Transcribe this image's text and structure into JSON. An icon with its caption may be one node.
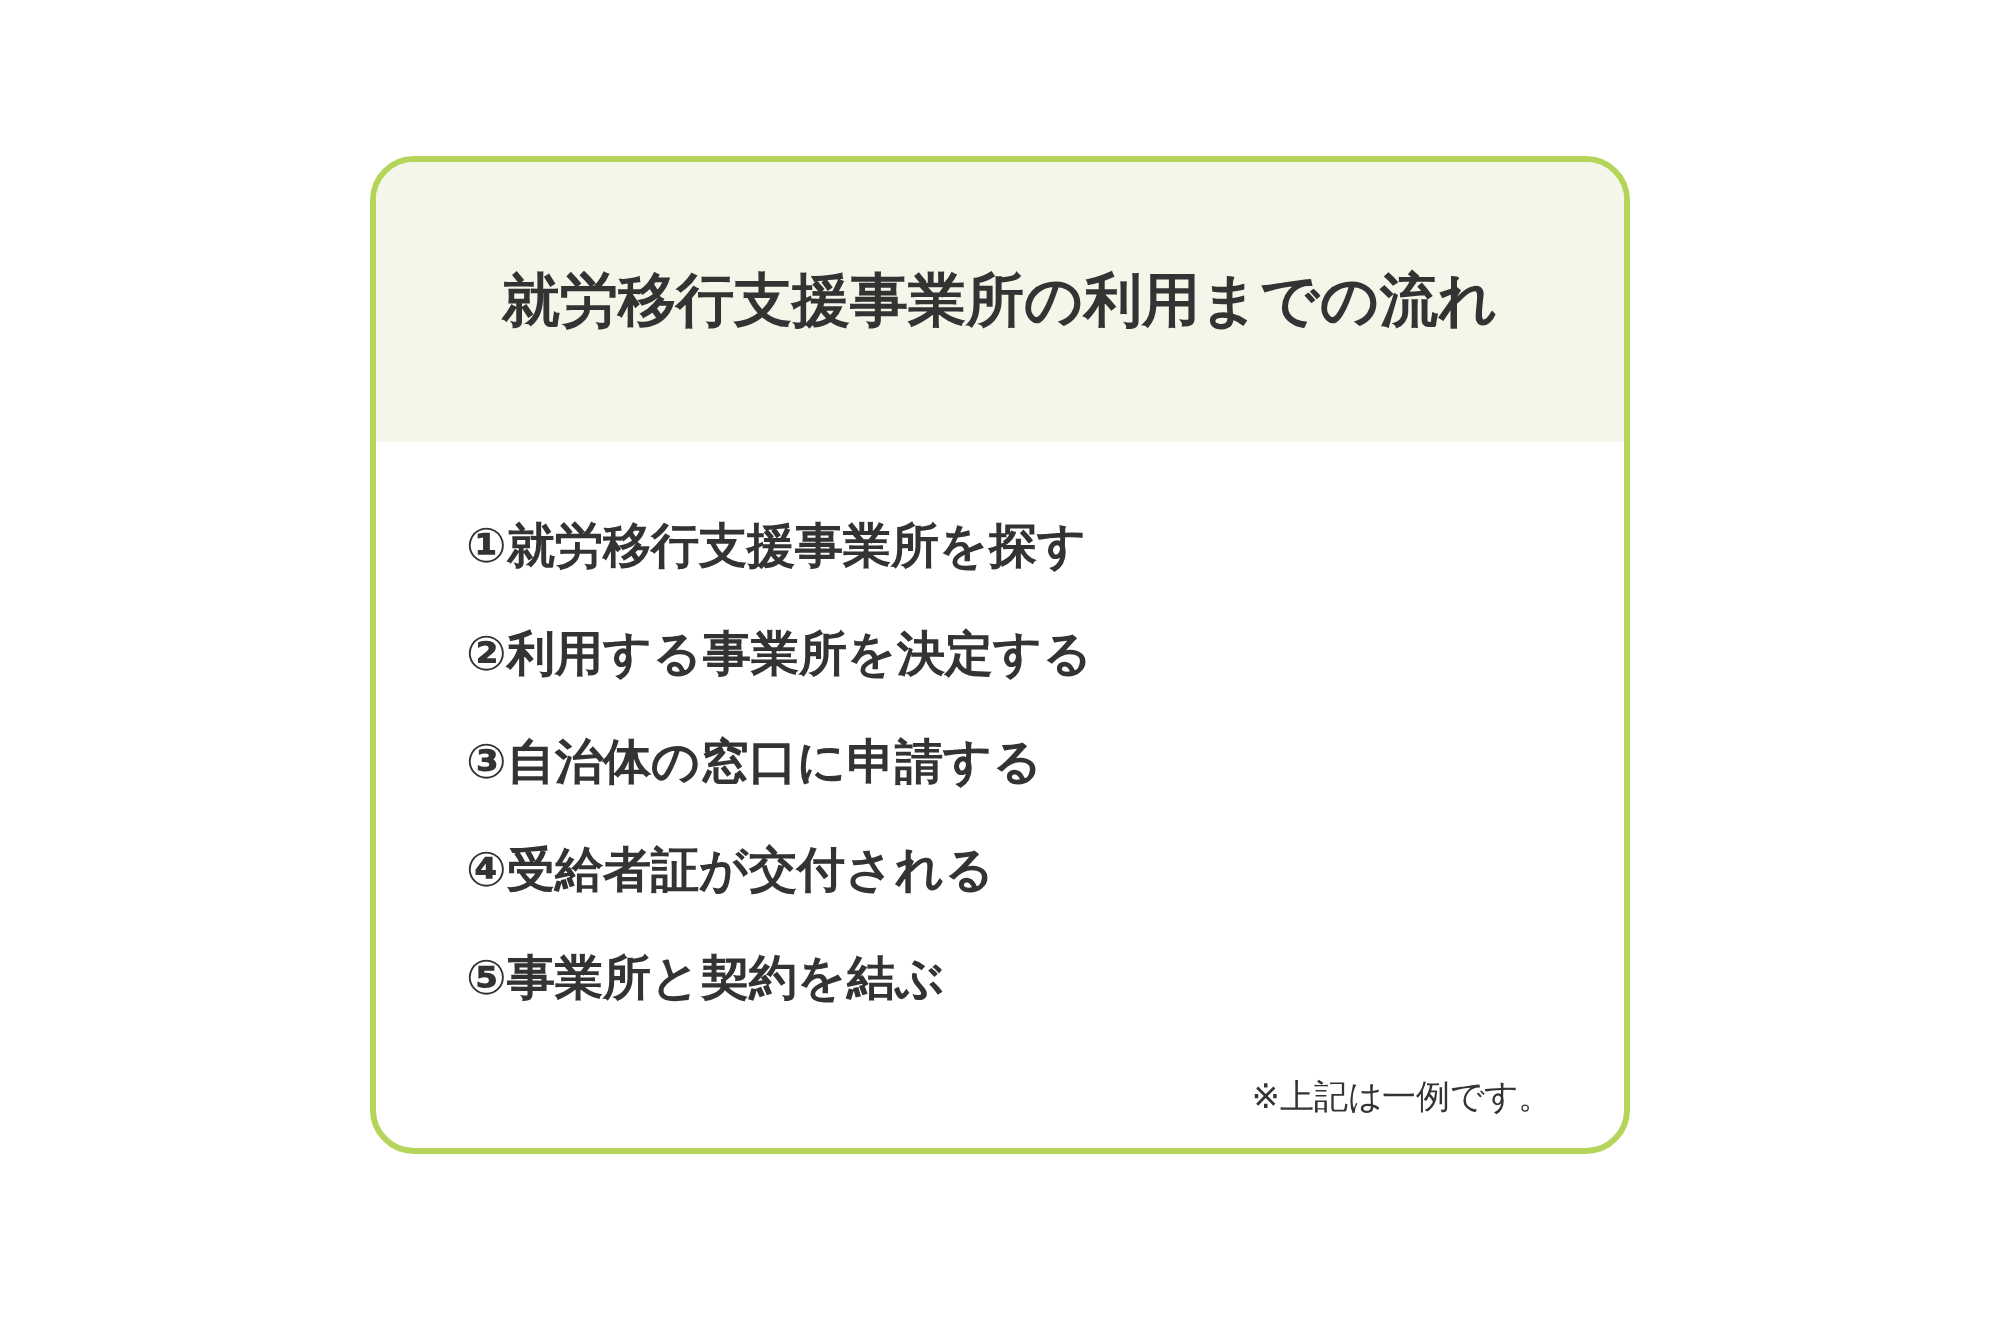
{
  "diagram": {
    "nodes": [
      {
        "text": [
          "就労移行支援事業所の利用までの流れ",
          "①就労移行支援事業所を探す",
          "②利用する事業所を決定する",
          "③自治体の窓口に申請する",
          "④受給者証が交付される",
          "⑤事業所と契約を結ぶ",
          "※上記は一例です。"
        ]
      }
    ]
  }
}
